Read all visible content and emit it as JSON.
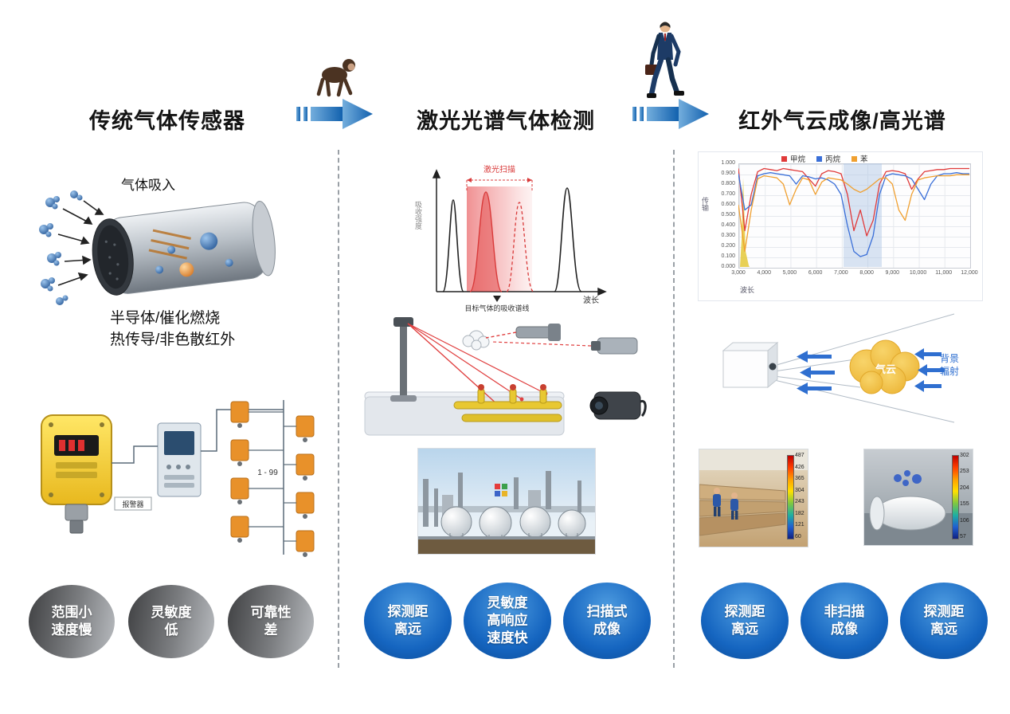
{
  "colors": {
    "arrow_blue": "#1a6fbf",
    "badge_blue": "#1565c0",
    "badge_gray": "#6a6c6f",
    "laser_red": "#d93a3a"
  },
  "flow": {
    "stage1_title": "传统气体传感器",
    "stage2_title": "激光光谱气体检测",
    "stage3_title": "红外气云成像/高光谱"
  },
  "col1": {
    "gas_label": "气体吸入",
    "caption_line1": "半导体/催化燃烧",
    "caption_line2": "热传导/非色散红外",
    "system": {
      "range_label": "1 - 99",
      "tag_label": "报警器"
    },
    "badges": [
      {
        "lines": [
          "范围小",
          "速度慢"
        ]
      },
      {
        "lines": [
          "灵敏度",
          "低"
        ]
      },
      {
        "lines": [
          "可靠性",
          "差"
        ]
      }
    ]
  },
  "col2": {
    "chart": {
      "scan_label": "激光扫描",
      "y_label": "吸收强度",
      "x_label": "波长",
      "target_label": "目标气体的吸收谱线"
    },
    "badges": [
      {
        "lines": [
          "探测距",
          "离远"
        ]
      },
      {
        "lines": [
          "灵敏度",
          "高响应",
          "速度快"
        ]
      },
      {
        "lines": [
          "扫描式",
          "成像"
        ]
      }
    ]
  },
  "col3": {
    "chart": {
      "y_label": "传输",
      "x_label": "波长",
      "legend": [
        {
          "label": "甲烷",
          "color": "#e03a3a"
        },
        {
          "label": "丙烷",
          "color": "#3a6fd8"
        },
        {
          "label": "苯",
          "color": "#f0a030"
        }
      ],
      "y_ticks": [
        "1.000",
        "0.900",
        "0.800",
        "0.700",
        "0.600",
        "0.500",
        "0.400",
        "0.300",
        "0.200",
        "0.100",
        "0.000"
      ],
      "x_ticks": [
        "3,000",
        "4,000",
        "5,000",
        "6,000",
        "7,000",
        "8,000",
        "9,000",
        "10,000",
        "11,000",
        "12,000"
      ]
    },
    "scene": {
      "cloud_label": "气云",
      "radiation_label_line1": "背景",
      "radiation_label_line2": "辐射"
    },
    "thermal": {
      "left_scale": [
        "487",
        "426",
        "365",
        "304",
        "243",
        "182",
        "121",
        "60"
      ],
      "right_scale": [
        "302",
        "253",
        "204",
        "155",
        "106",
        "57"
      ]
    },
    "badges": [
      {
        "lines": [
          "探测距",
          "离远"
        ]
      },
      {
        "lines": [
          "非扫描",
          "成像"
        ]
      },
      {
        "lines": [
          "探测距",
          "离远"
        ]
      }
    ]
  },
  "chart_data": {
    "type": "line",
    "title": "",
    "xlabel": "波长",
    "ylabel": "传输",
    "xlim": [
      3000,
      12000
    ],
    "ylim": [
      0,
      1
    ],
    "grid": true,
    "legend_position": "top",
    "x": [
      3000,
      3250,
      3500,
      3750,
      4000,
      4250,
      4500,
      4750,
      5000,
      5250,
      5500,
      5750,
      6000,
      6250,
      6500,
      6750,
      7000,
      7250,
      7500,
      7750,
      8000,
      8250,
      8500,
      8750,
      9000,
      9250,
      9500,
      9750,
      10000,
      10250,
      10500,
      10750,
      11000,
      11250,
      11500,
      11750,
      12000
    ],
    "series": [
      {
        "name": "甲烷",
        "color": "#e03a3a",
        "values": [
          0.95,
          0.35,
          0.7,
          0.92,
          0.95,
          0.94,
          0.93,
          0.95,
          0.94,
          0.93,
          0.92,
          0.85,
          0.78,
          0.9,
          0.93,
          0.92,
          0.9,
          0.7,
          0.35,
          0.55,
          0.3,
          0.45,
          0.8,
          0.92,
          0.93,
          0.92,
          0.9,
          0.75,
          0.85,
          0.92,
          0.93,
          0.94,
          0.94,
          0.95,
          0.95,
          0.95,
          0.95
        ]
      },
      {
        "name": "丙烷",
        "color": "#3a6fd8",
        "values": [
          0.9,
          0.55,
          0.6,
          0.88,
          0.9,
          0.91,
          0.9,
          0.89,
          0.88,
          0.8,
          0.88,
          0.87,
          0.85,
          0.86,
          0.84,
          0.8,
          0.7,
          0.4,
          0.15,
          0.1,
          0.12,
          0.3,
          0.7,
          0.88,
          0.9,
          0.89,
          0.88,
          0.85,
          0.75,
          0.65,
          0.8,
          0.88,
          0.9,
          0.9,
          0.91,
          0.9,
          0.9
        ]
      },
      {
        "name": "苯",
        "color": "#f0a030",
        "values": [
          0.6,
          0.15,
          0.55,
          0.85,
          0.88,
          0.87,
          0.86,
          0.8,
          0.6,
          0.75,
          0.86,
          0.84,
          0.7,
          0.82,
          0.86,
          0.85,
          0.84,
          0.8,
          0.75,
          0.72,
          0.75,
          0.8,
          0.85,
          0.86,
          0.8,
          0.55,
          0.45,
          0.7,
          0.84,
          0.86,
          0.87,
          0.88,
          0.88,
          0.88,
          0.89,
          0.89,
          0.89
        ]
      }
    ],
    "shaded_band_x": [
      7100,
      8600
    ]
  }
}
